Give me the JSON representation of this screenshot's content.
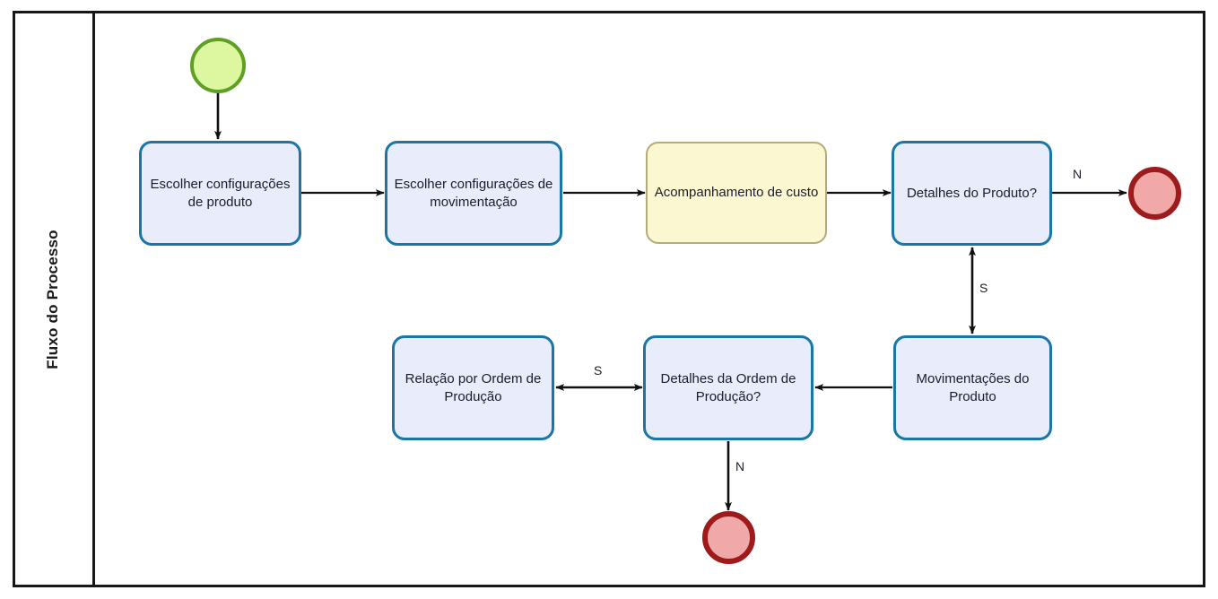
{
  "diagram": {
    "title": "Fluxo do Processo",
    "lane_label": "Fluxo do Processo",
    "colors": {
      "task_fill": "#e9ecfb",
      "task_border": "#1b76a8",
      "alt_task_fill": "#fbf7d1",
      "alt_task_border": "#b3ab78",
      "start_fill": "#ddf7a1",
      "start_border": "#5da023",
      "end_fill": "#f0a8a8",
      "end_border": "#9d1b1b",
      "frame": "#161616",
      "connector": "#1a1a1a"
    }
  },
  "nodes": {
    "start_event": {
      "type": "start-event",
      "label": ""
    },
    "task1": {
      "type": "task",
      "label": "Escolher configurações de produto"
    },
    "task2": {
      "type": "task",
      "label": "Escolher configurações de movimentação"
    },
    "task3": {
      "type": "task",
      "label": "Acompanhamento de custo"
    },
    "task4": {
      "type": "decision-task",
      "label": "Detalhes do Produto?"
    },
    "end_event_1": {
      "type": "end-event",
      "label": ""
    },
    "task5": {
      "type": "task",
      "label": "Movimentações do Produto"
    },
    "task6": {
      "type": "decision-task",
      "label": "Detalhes da Ordem de Produção?"
    },
    "task7": {
      "type": "task",
      "label": "Relação por Ordem de Produção"
    },
    "end_event_2": {
      "type": "end-event",
      "label": ""
    }
  },
  "edges": [
    {
      "id": "e1",
      "from": "start_event",
      "to": "task1",
      "label": ""
    },
    {
      "id": "e2",
      "from": "task1",
      "to": "task2",
      "label": ""
    },
    {
      "id": "e3",
      "from": "task2",
      "to": "task3",
      "label": ""
    },
    {
      "id": "e4",
      "from": "task3",
      "to": "task4",
      "label": ""
    },
    {
      "id": "e5",
      "from": "task4",
      "to": "end_event_1",
      "label": "N"
    },
    {
      "id": "e6",
      "from": "task4",
      "to": "task5",
      "label": "S"
    },
    {
      "id": "e7",
      "from": "task5",
      "to": "task6",
      "label": ""
    },
    {
      "id": "e8",
      "from": "task6",
      "to": "task7",
      "label": "S"
    },
    {
      "id": "e9",
      "from": "task6",
      "to": "end_event_2",
      "label": "N"
    }
  ],
  "edge_labels": {
    "produto_no": "N",
    "produto_yes": "S",
    "ordem_yes": "S",
    "ordem_no": "N"
  }
}
